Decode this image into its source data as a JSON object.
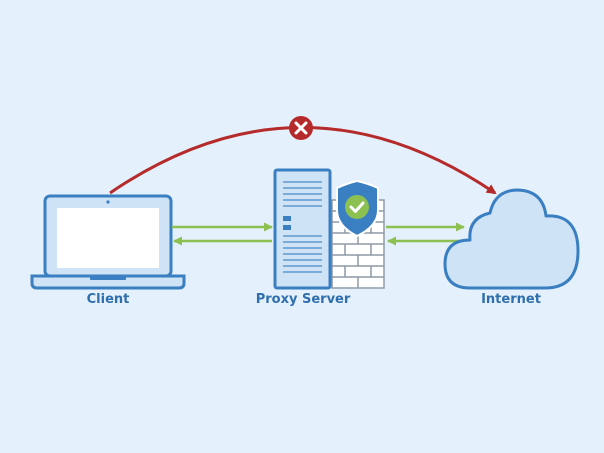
{
  "colors": {
    "background": "#e4f0fb",
    "outline": "#3a7fc1",
    "fill_light": "#cfe3f6",
    "screen": "#ffffff",
    "flow_arrow": "#8cc152",
    "blocked_arrow": "#b52b2b",
    "shield": "#3a7fc1",
    "check": "#8cc152",
    "label_text": "#2f6fae",
    "brick": "#ffffff",
    "brick_line": "#8e9aa6"
  },
  "nodes": {
    "client": {
      "label": "Client",
      "icon": "laptop-icon"
    },
    "proxy": {
      "label": "Proxy Server",
      "icon": "server-icon",
      "badge": "shield-check-icon",
      "wall": "firewall-icon"
    },
    "internet": {
      "label": "Internet",
      "icon": "cloud-icon"
    }
  },
  "connections": [
    {
      "from": "client",
      "to": "internet",
      "style": "blocked",
      "marker": "x-icon"
    },
    {
      "from": "client",
      "to": "proxy",
      "style": "bidirectional"
    },
    {
      "from": "proxy",
      "to": "internet",
      "style": "bidirectional"
    }
  ]
}
